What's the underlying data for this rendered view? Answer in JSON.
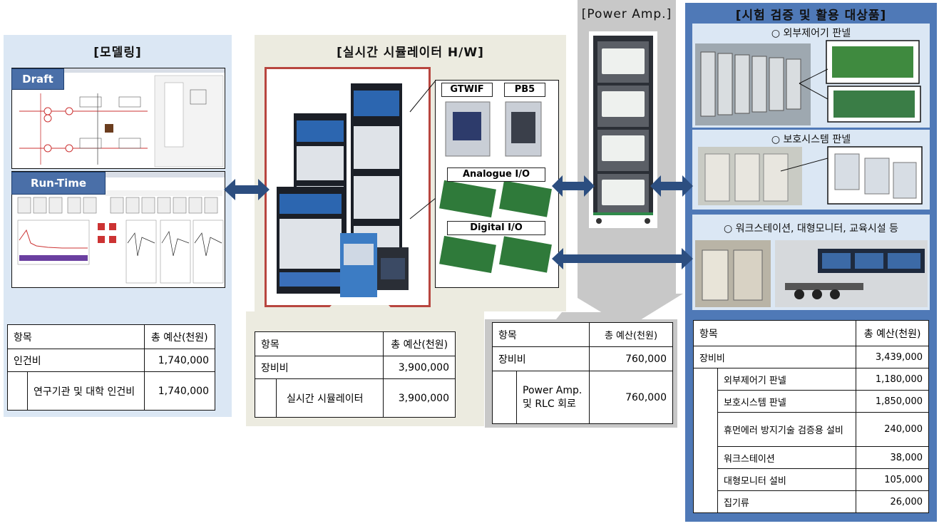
{
  "modeling": {
    "title": "[모델링]",
    "draft_label": "Draft",
    "runtime_label": "Run-Time",
    "table": {
      "headers": [
        "항목",
        "총 예산(천원)"
      ],
      "rows": [
        {
          "item": "인건비",
          "value": "1,740,000"
        },
        {
          "item": "연구기관 및 대학 인건비",
          "value": "1,740,000"
        }
      ]
    }
  },
  "simulator": {
    "title": "[실시간 시뮬레이터 H/W]",
    "cards": [
      "GTWIF",
      "PB5",
      "Analogue I/O",
      "Digital I/O"
    ],
    "table": {
      "headers": [
        "항목",
        "총 예산(천원)"
      ],
      "rows": [
        {
          "item": "장비비",
          "value": "3,900,000"
        },
        {
          "item": "실시간 시뮬레이터",
          "value": "3,900,000"
        }
      ]
    }
  },
  "power_amp": {
    "title": "[Power Amp.]",
    "table": {
      "headers": [
        "항목",
        "총 예산(천원)"
      ],
      "rows": [
        {
          "item": "장비비",
          "value": "760,000"
        },
        {
          "item": "Power Amp. 및 RLC 회로",
          "value": "760,000"
        }
      ]
    }
  },
  "targets": {
    "title": "[시험 검증 및 활용 대상품]",
    "sections": [
      "○ 외부제어기 판넬",
      "○ 보호시스템 판넬",
      "○ 워크스테이션, 대형모니터, 교육시설 등"
    ],
    "table": {
      "headers": [
        "항목",
        "총 예산(천원)"
      ],
      "rows": [
        {
          "item": "장비비",
          "value": "3,439,000"
        },
        {
          "item": "외부제어기 판넬",
          "value": "1,180,000"
        },
        {
          "item": "보호시스템 판넬",
          "value": "1,850,000"
        },
        {
          "item": "휴먼에러 방지기술 검증용 설비",
          "value": "240,000"
        },
        {
          "item": "워크스테이션",
          "value": "38,000"
        },
        {
          "item": "대형모니터 설비",
          "value": "105,000"
        },
        {
          "item": "집기류",
          "value": "26,000"
        }
      ]
    }
  },
  "colors": {
    "modeling_bg": "#dbe7f4",
    "simulator_bg": "#ecebe0",
    "power_bg": "#c8c8c8",
    "targets_bg": "#4f79b7",
    "arrow": "#2c4e80"
  }
}
